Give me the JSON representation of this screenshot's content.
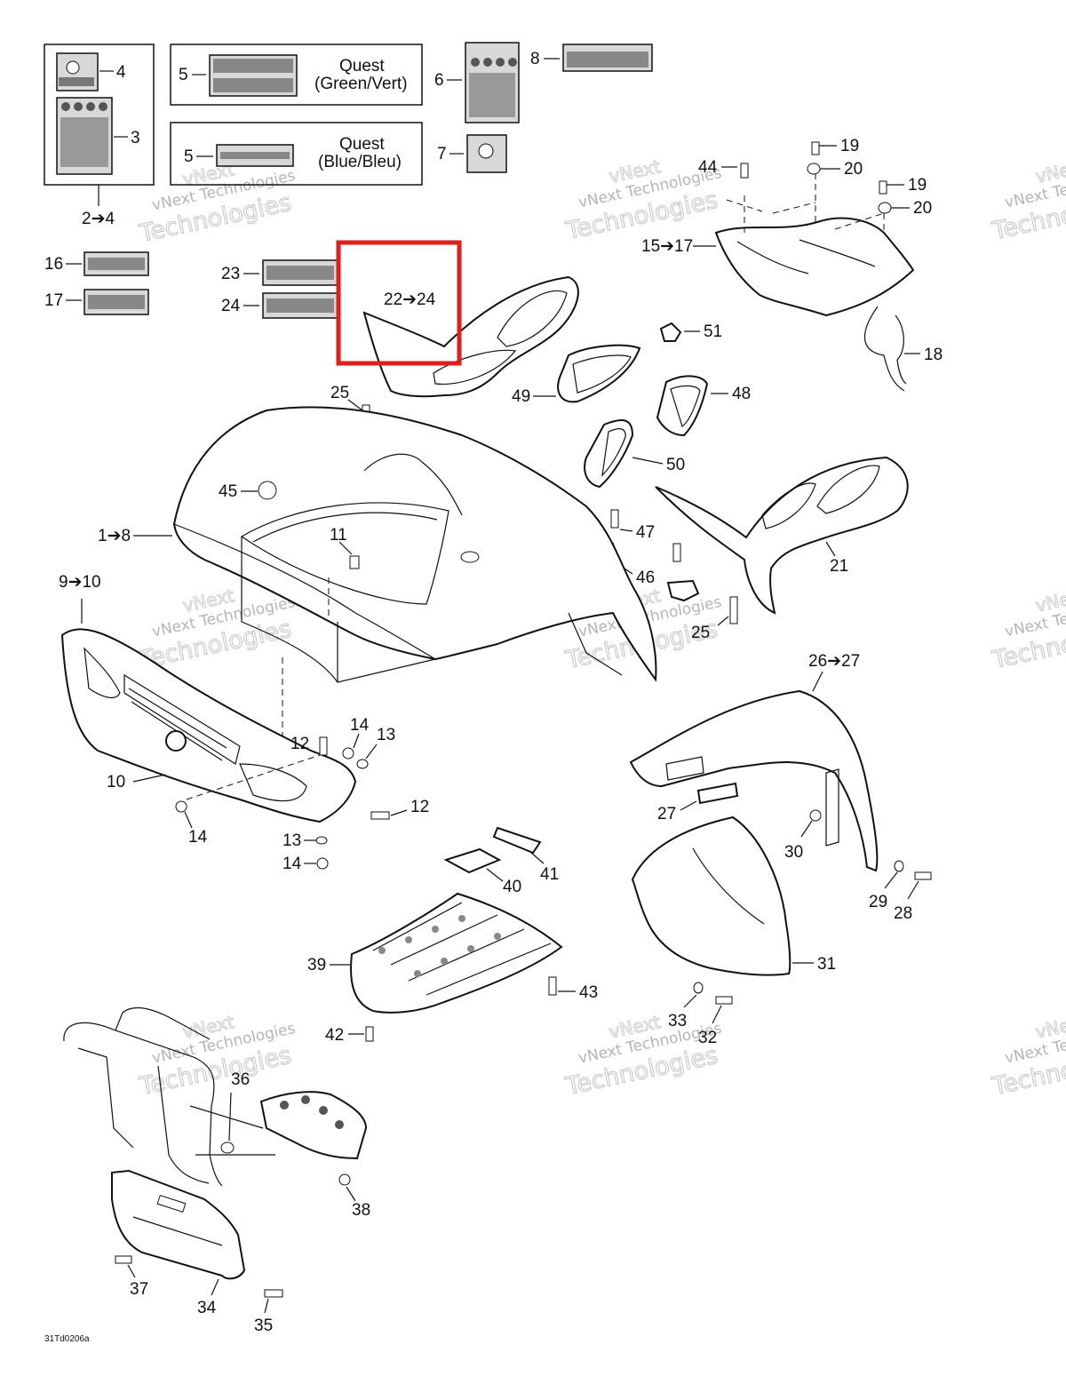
{
  "diagram_code": "31Td0206a",
  "highlight_color": "#e01e1e",
  "watermark": {
    "line1": "vNext",
    "line2": "vNext Technologies",
    "line3": "Technologies"
  },
  "variants": {
    "green": {
      "line1": "Quest",
      "line2": "(Green/Vert)"
    },
    "blue": {
      "line1": "Quest",
      "line2": "(Blue/Bleu)"
    }
  },
  "callouts": {
    "c1_8": "1➔8",
    "c2_4": "2➔4",
    "c3": "3",
    "c4": "4",
    "c5a": "5",
    "c5b": "5",
    "c6": "6",
    "c7": "7",
    "c8": "8",
    "c9_10": "9➔10",
    "c10": "10",
    "c11": "11",
    "c12a": "12",
    "c12b": "12",
    "c13a": "13",
    "c13b": "13",
    "c14a": "14",
    "c14b": "14",
    "c14c": "14",
    "c15_17": "15➔17",
    "c16": "16",
    "c17": "17",
    "c18": "18",
    "c19a": "19",
    "c19b": "19",
    "c20a": "20",
    "c20b": "20",
    "c21": "21",
    "c22_24": "22➔24",
    "c23": "23",
    "c24": "24",
    "c25a": "25",
    "c25b": "25",
    "c26_27": "26➔27",
    "c27": "27",
    "c28": "28",
    "c29": "29",
    "c30": "30",
    "c31": "31",
    "c32": "32",
    "c33": "33",
    "c34": "34",
    "c35": "35",
    "c36": "36",
    "c37": "37",
    "c38": "38",
    "c39": "39",
    "c40": "40",
    "c41": "41",
    "c42": "42",
    "c43": "43",
    "c44": "44",
    "c45": "45",
    "c46": "46",
    "c47": "47",
    "c48": "48",
    "c49": "49",
    "c50": "50",
    "c51": "51"
  }
}
